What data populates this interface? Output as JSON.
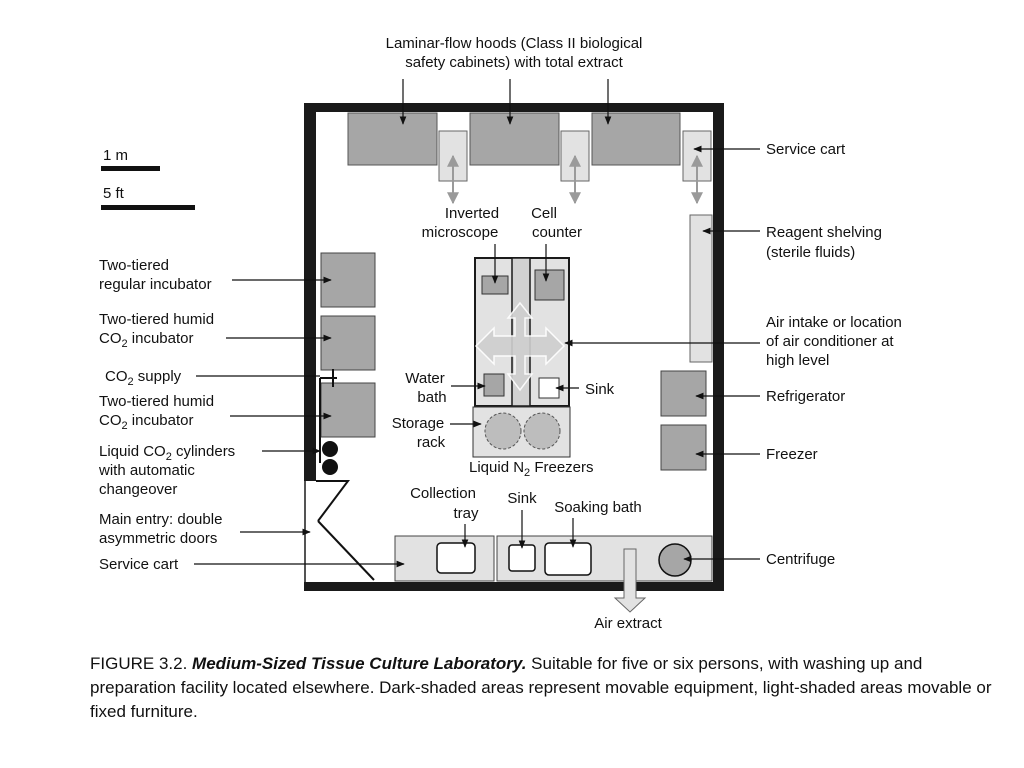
{
  "scale": {
    "one_m": "1 m",
    "five_ft": "5 ft"
  },
  "labels": {
    "hoods_line1": "Laminar-flow hoods (Class II biological",
    "hoods_line2": "safety cabinets) with total extract",
    "service_cart_top": "Service cart",
    "reagent_line1": "Reagent shelving",
    "reagent_line2": "(sterile fluids)",
    "air_intake_line1": "Air intake or location",
    "air_intake_line2": "of air conditioner at",
    "air_intake_line3": "high level",
    "refrigerator": "Refrigerator",
    "freezer": "Freezer",
    "centrifuge": "Centrifuge",
    "air_extract": "Air extract",
    "inverted_line1": "Inverted",
    "inverted_line2": "microscope",
    "cell_line1": "Cell",
    "cell_line2": "counter",
    "water_line1": "Water",
    "water_line2": "bath",
    "sink_center": "Sink",
    "storage_line1": "Storage",
    "storage_line2": "rack",
    "ln2_pre": "Liquid N",
    "ln2_sub": "2",
    "ln2_post": " Freezers",
    "collection_line1": "Collection",
    "collection_line2": "tray",
    "sink_bottom": "Sink",
    "soaking_bath": "Soaking bath",
    "inc_regular_line1": "Two-tiered",
    "inc_regular_line2": "regular incubator",
    "inc_humid_line1": "Two-tiered humid",
    "co2_pre": "CO",
    "co2_sub": "2",
    "incubator_word": " incubator",
    "co2_supply_word": " supply",
    "cyl_line1_pre": "Liquid CO",
    "cyl_line1_post": " cylinders",
    "cyl_line2": "with automatic",
    "cyl_line3": "changeover",
    "main_entry_line1": "Main entry: double",
    "main_entry_line2": "asymmetric doors",
    "service_cart_bottom": "Service cart"
  },
  "caption": {
    "prefix": "FIGURE 3.2. ",
    "title": "Medium-Sized Tissue Culture Laboratory.",
    "body": " Suitable for five or six persons, with washing up and preparation facility located elsewhere. Dark-shaded areas represent movable equipment, light-shaded areas movable or fixed furniture."
  },
  "colors": {
    "dark_equipment": "#a6a6a6",
    "light_furniture": "#e2e2e2",
    "wall": "#1a1a1a",
    "arrow_gray": "#9a9a9a"
  }
}
